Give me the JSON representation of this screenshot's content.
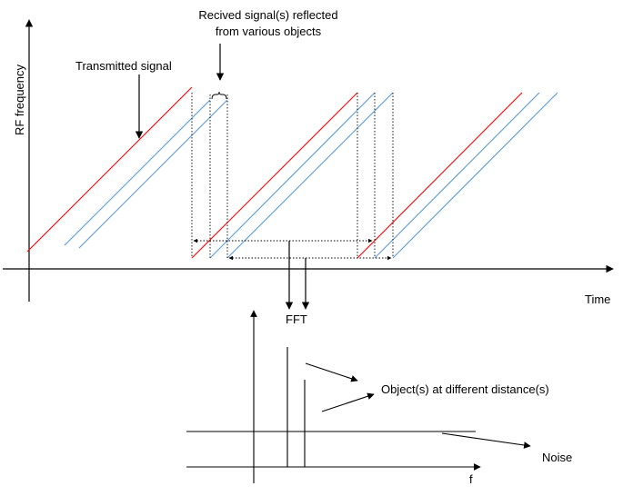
{
  "labels": {
    "rf_frequency": "RF frequency",
    "time": "Time",
    "received_line1": "Recived signal(s) reflected",
    "received_line2": "from various objects",
    "transmitted": "Transmitted signal",
    "fft": "FFT",
    "objects": "Object(s) at different distance(s)",
    "noise": "Noise",
    "f_axis": "f"
  },
  "colors": {
    "transmitted": "#ff0000",
    "received": "#5b9bd5",
    "axis": "#000000"
  }
}
